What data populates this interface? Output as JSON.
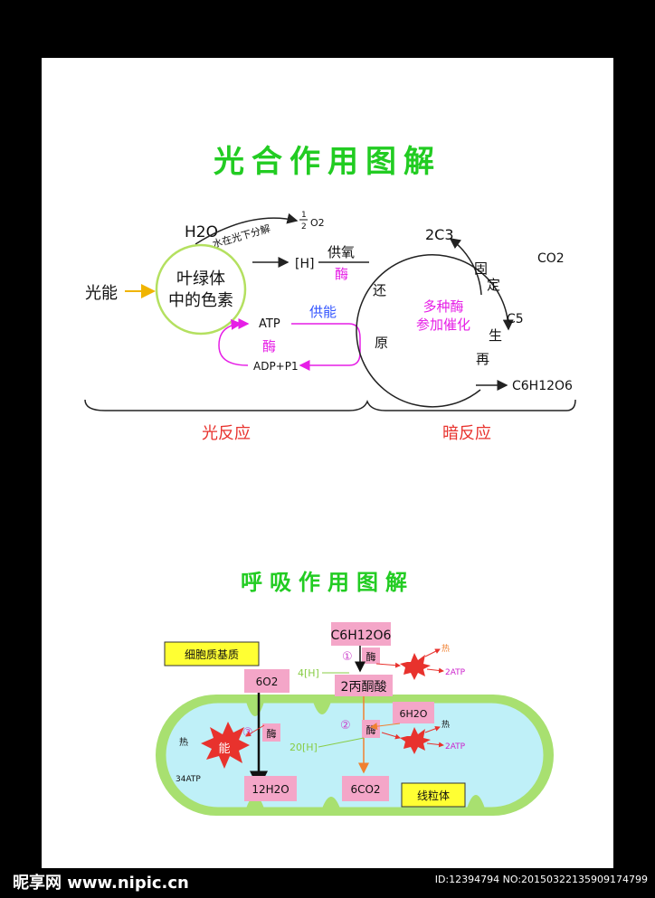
{
  "photosynthesis": {
    "title": "光合作用图解",
    "h2o": "H2O",
    "half": "1",
    "two": "2",
    "o2": "O2",
    "split": "水在光下分解",
    "h": "[H]",
    "pigment_line1": "叶绿体",
    "pigment_line2": "中的色素",
    "light_energy": "光能",
    "supply_hydrogen": "供氧",
    "enzyme": "酶",
    "supply_energy": "供能",
    "atp": "ATP",
    "adp": "ADP+P1",
    "c3": "2C3",
    "co2": "CO2",
    "fix1": "固",
    "fix2": "定",
    "c5": "C5",
    "regen1": "生",
    "regen2": "再",
    "reduce1": "还",
    "reduce2": "原",
    "multi_enzyme1": "多种酶",
    "multi_enzyme2": "参加催化",
    "glucose": "C6H12O6",
    "light_reaction": "光反应",
    "dark_reaction": "暗反应"
  },
  "respiration": {
    "title": "呼吸作用图解",
    "cytoplasm": "细胞质基质",
    "glucose": "C6H12O6",
    "step1": "①",
    "step2": "②",
    "step3": "③",
    "enzyme": "酶",
    "heat": "热",
    "atp2": "2ATP",
    "h4": "4[H]",
    "h20": "20[H]",
    "o6": "6O2",
    "pyruvate": "2丙酮酸",
    "h2o6": "6H2O",
    "energy": "能",
    "atp34": "34ATP",
    "water12": "12H2O",
    "co2_6": "6CO2",
    "mitochondria": "线粒体"
  },
  "watermark": {
    "site": "昵享网 www.nipic.cn",
    "id": "ID:12394794 NO:20150322135909174799"
  },
  "colors": {
    "title_green": "#22cc22",
    "red_label": "#e8322d",
    "magenta": "#e61ee6",
    "pink_box": "#f4a6c8",
    "yellow_box": "#ffff33",
    "mito_outer": "#a8e070",
    "mito_inner": "#bff0f8"
  }
}
